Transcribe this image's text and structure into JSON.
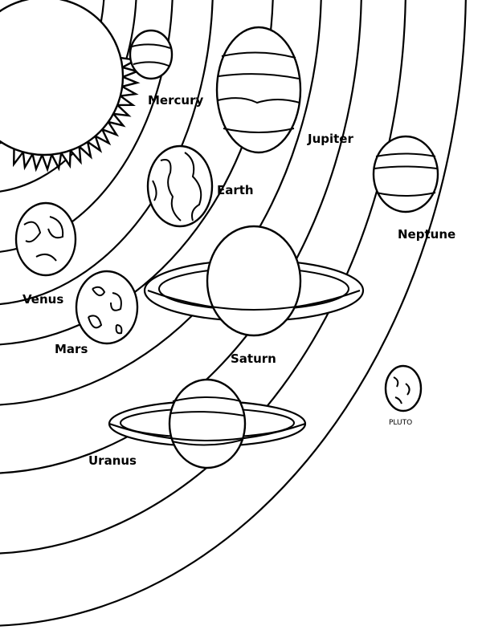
{
  "labels": {
    "mercury": "Mercury",
    "venus": "Venus",
    "earth": "Earth",
    "mars": "Mars",
    "jupiter": "Jupiter",
    "saturn": "Saturn",
    "uranus": "Uranus",
    "neptune": "Neptune",
    "pluto": "PLUTO"
  },
  "colors": {
    "line": "#000000",
    "background": "#ffffff"
  }
}
